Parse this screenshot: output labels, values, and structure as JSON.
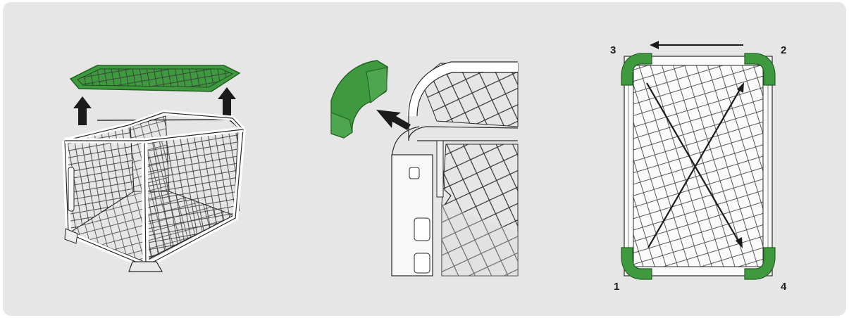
{
  "colors": {
    "background": "#e6e6e6",
    "accent_green": "#3f9a3f",
    "frame_white": "#ffffff",
    "outline": "#2a2a2a",
    "arrow": "#1b1b1b"
  },
  "steps": [
    {
      "illustration": "remove-top-panel",
      "icons": [
        "up-arrow-icon",
        "up-arrow-icon"
      ]
    },
    {
      "illustration": "remove-corner-connector",
      "icons": [
        "diagonal-arrow-icon"
      ]
    },
    {
      "illustration": "corner-order-diagram",
      "icons": [
        "left-arrow-icon",
        "cross-arrows-icon"
      ]
    }
  ],
  "corner_labels": {
    "c1": "1",
    "c2": "2",
    "c3": "3",
    "c4": "4"
  }
}
